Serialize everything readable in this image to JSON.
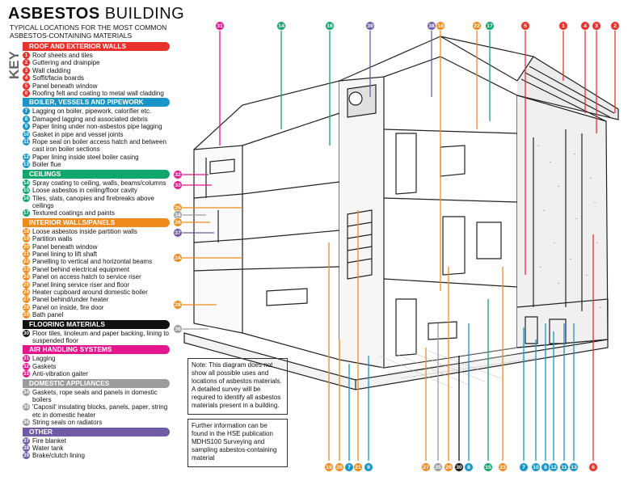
{
  "title": {
    "bold": "ASBESTOS",
    "light": "BUILDING"
  },
  "subtitle": "TYPICAL LOCATIONS FOR THE MOST COMMON ASBESTOS-CONTAINING MATERIALS",
  "key_label": "KEY",
  "colors": {
    "roof": "#e8322b",
    "boiler": "#1a95c8",
    "ceilings": "#12a66f",
    "walls": "#f08a1c",
    "flooring": "#111111",
    "air": "#e3168d",
    "appliances": "#9c9c9c",
    "other": "#6f5ba6"
  },
  "sections": [
    {
      "key": "roof",
      "title": "ROOF AND EXTERIOR WALLS",
      "items": [
        {
          "n": "1",
          "text": "Roof sheets and tiles"
        },
        {
          "n": "2",
          "text": "Guttering and drainpipe"
        },
        {
          "n": "3",
          "text": "Wall cladding"
        },
        {
          "n": "4",
          "text": "Soffit/facia boards"
        },
        {
          "n": "5",
          "text": "Panel beneath window"
        },
        {
          "n": "6",
          "text": "Roofing felt and coating to metal wall cladding"
        }
      ]
    },
    {
      "key": "boiler",
      "title": "BOILER, VESSELS AND PIPEWORK",
      "items": [
        {
          "n": "7",
          "text": "Lagging on boiler, pipework, calorifier etc."
        },
        {
          "n": "8",
          "text": "Damaged lagging and associated debris"
        },
        {
          "n": "9",
          "text": "Paper lining under non-asbestos pipe lagging"
        },
        {
          "n": "10",
          "text": "Gasket in pipe and vessel joints"
        },
        {
          "n": "11",
          "text": "Rope seal on boiler access hatch and between cast iron boiler sections"
        },
        {
          "n": "12",
          "text": "Paper lining inside steel boiler casing"
        },
        {
          "n": "13",
          "text": "Boiler flue"
        }
      ]
    },
    {
      "key": "ceilings",
      "title": "CEILINGS",
      "items": [
        {
          "n": "14",
          "text": "Spray coating to ceiling, walls, beams/columns"
        },
        {
          "n": "15",
          "text": "Loose asbestos in ceiling/floor cavity"
        },
        {
          "n": "16",
          "text": "Tiles, slats, canopies and firebreaks above ceilings"
        },
        {
          "n": "17",
          "text": "Textured coatings and paints"
        }
      ]
    },
    {
      "key": "walls",
      "title": "INTERIOR WALLS/PANELS",
      "items": [
        {
          "n": "18",
          "text": "Loose asbestos inside partition walls"
        },
        {
          "n": "19",
          "text": "Partition walls"
        },
        {
          "n": "20",
          "text": "Panel beneath window"
        },
        {
          "n": "21",
          "text": "Panel lining to lift shaft"
        },
        {
          "n": "22",
          "text": "Panelling to vertical and horizontal beams"
        },
        {
          "n": "23",
          "text": "Panel behind electrical equipment"
        },
        {
          "n": "24",
          "text": "Panel on access hatch to service riser"
        },
        {
          "n": "25",
          "text": "Panel lining service riser and floor"
        },
        {
          "n": "26",
          "text": "Heater cupboard around domestic boiler"
        },
        {
          "n": "27",
          "text": "Panel behind/under heater"
        },
        {
          "n": "28",
          "text": "Panel on inside, fire door"
        },
        {
          "n": "29",
          "text": "Bath panel"
        }
      ]
    },
    {
      "key": "flooring",
      "title": "FLOORING MATERIALS",
      "items": [
        {
          "n": "30",
          "text": "Floor tiles, linoleum and paper backing, lining to suspended floor"
        }
      ]
    },
    {
      "key": "air",
      "title": "AIR HANDLING SYSTEMS",
      "items": [
        {
          "n": "31",
          "text": "Lagging"
        },
        {
          "n": "32",
          "text": "Gaskets"
        },
        {
          "n": "33",
          "text": "Anti-vibration gaiter"
        }
      ]
    },
    {
      "key": "appliances",
      "title": "DOMESTIC APPLIANCES",
      "items": [
        {
          "n": "34",
          "text": "Gaskets, rope seals and panels in domestic boilers"
        },
        {
          "n": "35",
          "text": "'Caposil' insulating blocks, panels, paper, string etc in domestic heater"
        },
        {
          "n": "36",
          "text": "String seals on radiators"
        }
      ]
    },
    {
      "key": "other",
      "title": "OTHER",
      "items": [
        {
          "n": "37",
          "text": "Fire blanket"
        },
        {
          "n": "38",
          "text": "Water tank"
        },
        {
          "n": "39",
          "text": "Brake/clutch lining"
        }
      ]
    }
  ],
  "note1": "Note: This diagram does not show all possible uses and locations of asbestos materials. A detailed survey will be required to identify all asbestos materials present in a building.",
  "note2": "Further information can be found in the HSE publication MDHS100 Surveying and sampling asbestos-containing material",
  "markers": [
    {
      "n": "31",
      "cat": "air"
    },
    {
      "n": "14",
      "cat": "ceilings"
    },
    {
      "n": "16",
      "cat": "ceilings"
    },
    {
      "n": "39",
      "cat": "other"
    },
    {
      "n": "38",
      "cat": "other"
    },
    {
      "n": "18",
      "cat": "walls"
    },
    {
      "n": "22",
      "cat": "walls"
    },
    {
      "n": "17",
      "cat": "ceilings"
    },
    {
      "n": "5",
      "cat": "roof"
    },
    {
      "n": "1",
      "cat": "roof"
    },
    {
      "n": "4",
      "cat": "roof"
    },
    {
      "n": "3",
      "cat": "roof"
    },
    {
      "n": "2",
      "cat": "roof"
    },
    {
      "n": "32",
      "cat": "air"
    },
    {
      "n": "33",
      "cat": "air"
    },
    {
      "n": "25",
      "cat": "walls"
    },
    {
      "n": "34",
      "cat": "appliances"
    },
    {
      "n": "26",
      "cat": "walls"
    },
    {
      "n": "37",
      "cat": "other"
    },
    {
      "n": "24",
      "cat": "walls"
    },
    {
      "n": "28",
      "cat": "walls"
    },
    {
      "n": "36",
      "cat": "appliances"
    },
    {
      "n": "19",
      "cat": "walls"
    },
    {
      "n": "20",
      "cat": "walls"
    },
    {
      "n": "7",
      "cat": "boiler"
    },
    {
      "n": "21",
      "cat": "walls"
    },
    {
      "n": "9",
      "cat": "boiler"
    },
    {
      "n": "27",
      "cat": "walls"
    },
    {
      "n": "35",
      "cat": "appliances"
    },
    {
      "n": "29",
      "cat": "walls"
    },
    {
      "n": "30",
      "cat": "flooring"
    },
    {
      "n": "8",
      "cat": "boiler"
    },
    {
      "n": "15",
      "cat": "ceilings"
    },
    {
      "n": "23",
      "cat": "walls"
    },
    {
      "n": "7",
      "cat": "boiler"
    },
    {
      "n": "10",
      "cat": "boiler"
    },
    {
      "n": "8",
      "cat": "boiler"
    },
    {
      "n": "12",
      "cat": "boiler"
    },
    {
      "n": "11",
      "cat": "boiler"
    },
    {
      "n": "13",
      "cat": "boiler"
    },
    {
      "n": "6",
      "cat": "roof"
    }
  ]
}
